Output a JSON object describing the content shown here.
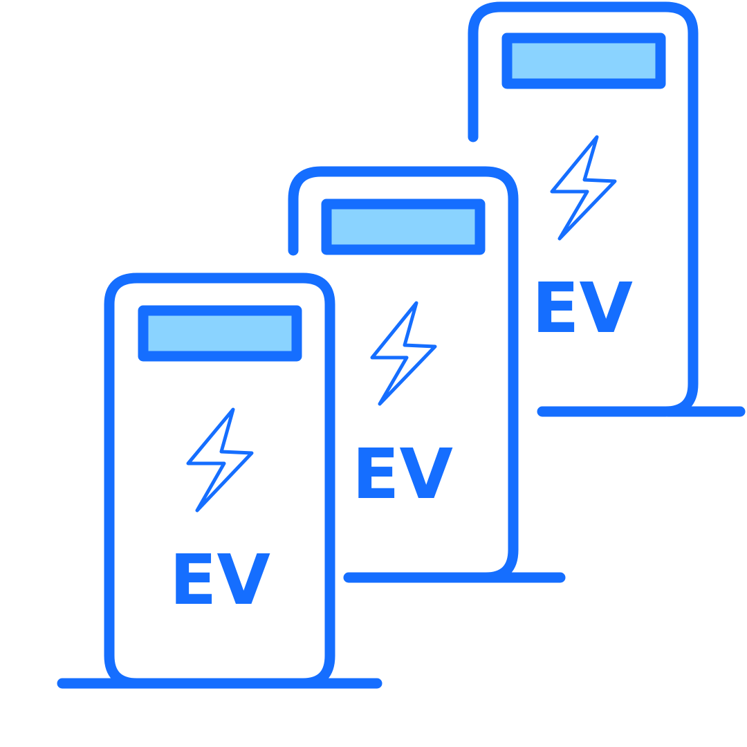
{
  "colors": {
    "stroke": "#156EFF",
    "screen": "#8AD3FF",
    "background": "#FFFFFF"
  },
  "stations": [
    {
      "id": "back",
      "icon": "lightning-bolt-icon",
      "label": "EV"
    },
    {
      "id": "middle",
      "icon": "lightning-bolt-icon",
      "label": "EV"
    },
    {
      "id": "front",
      "icon": "lightning-bolt-icon",
      "label": "EV"
    }
  ]
}
